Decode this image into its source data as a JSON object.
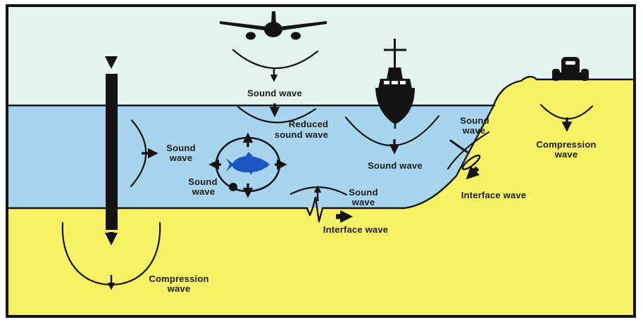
{
  "colors": {
    "air": "#e3f3ee",
    "water": "#a8d5ee",
    "seabed": "#f6f263",
    "outline": "#141414",
    "fish": "#1d56c1",
    "label": "#1c1c1c",
    "background": "#ffffff"
  },
  "icons": {
    "airplane": "airplane-icon",
    "ship": "ship-icon",
    "pile": "pile-icon",
    "fish": "fish-icon",
    "vehicle": "truck-icon",
    "wavefront": "wavefront-arc-icon",
    "arrow": "direction-arrow-icon"
  },
  "labels": {
    "airplane_sound_wave": "Sound wave",
    "reduced_sound_wave": [
      "Reduced",
      "sound wave"
    ],
    "pile_sound_wave": [
      "Sound",
      "wave"
    ],
    "fish_sound_wave": [
      "Sound",
      "wave"
    ],
    "ship_sound_wave": "Sound wave",
    "seafloor_sound_wave": [
      "Sound",
      "wave"
    ],
    "seafloor_interface_wave": "Interface wave",
    "slope_sound_wave": [
      "Sound",
      "wave"
    ],
    "slope_interface_wave": "Interface wave",
    "land_compression_wave": [
      "Compression",
      "wave"
    ],
    "pile_compression_wave": [
      "Compression",
      "wave"
    ]
  }
}
